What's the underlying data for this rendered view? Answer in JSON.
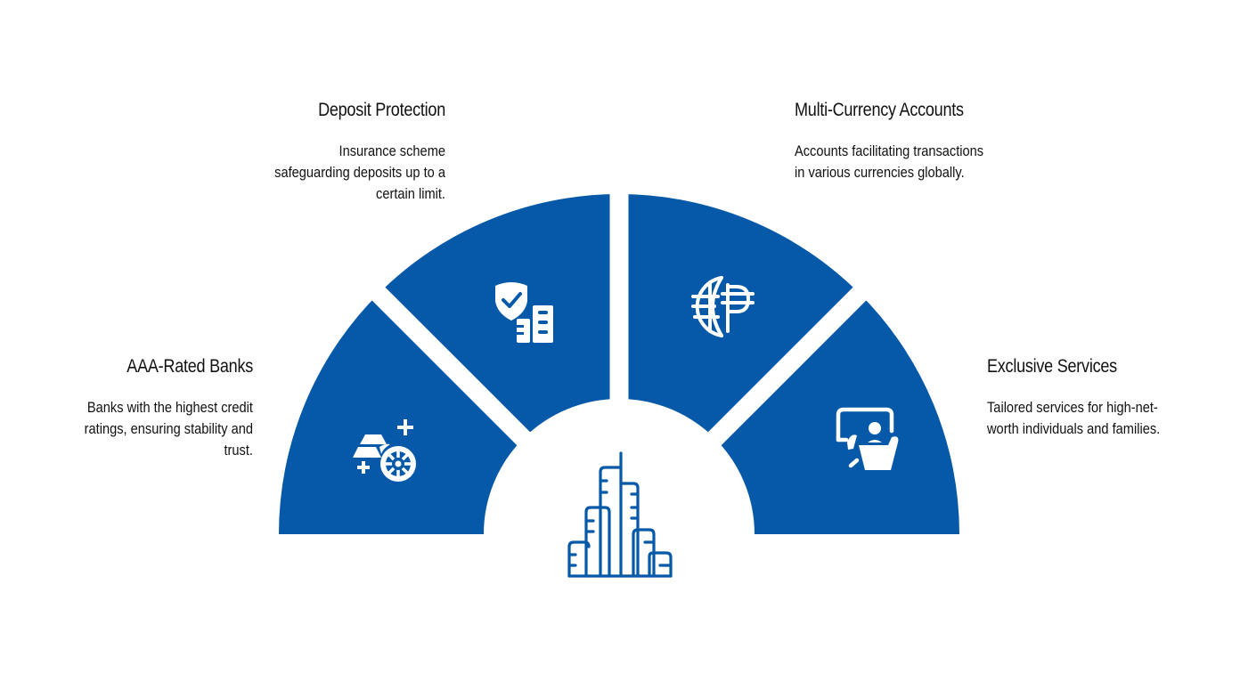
{
  "colors": {
    "segment_fill": "#0559A8",
    "icon_fill": "#FFFFFF",
    "center_icon_stroke": "#0559A8",
    "background": "#FFFFFF",
    "text": "#111111"
  },
  "diagram": {
    "type": "semicircle-segmented-infographic",
    "center_icon": "city-skyline-icon",
    "segments": [
      {
        "position": "left",
        "title": "AAA-Rated Banks",
        "description": "Banks with the highest credit ratings, ensuring stability and trust.",
        "icon": "gold-bars-coin-icon"
      },
      {
        "position": "upper-left",
        "title": "Deposit Protection",
        "description": "Insurance scheme safeguarding deposits up to a certain limit.",
        "icon": "shield-check-building-icon"
      },
      {
        "position": "upper-right",
        "title": "Multi-Currency Accounts",
        "description": "Accounts facilitating transactions in various currencies globally.",
        "icon": "globe-currency-icon"
      },
      {
        "position": "right",
        "title": "Exclusive Services",
        "description": "Tailored services for high-net-worth individuals and families.",
        "icon": "personal-advisor-icon"
      }
    ]
  }
}
